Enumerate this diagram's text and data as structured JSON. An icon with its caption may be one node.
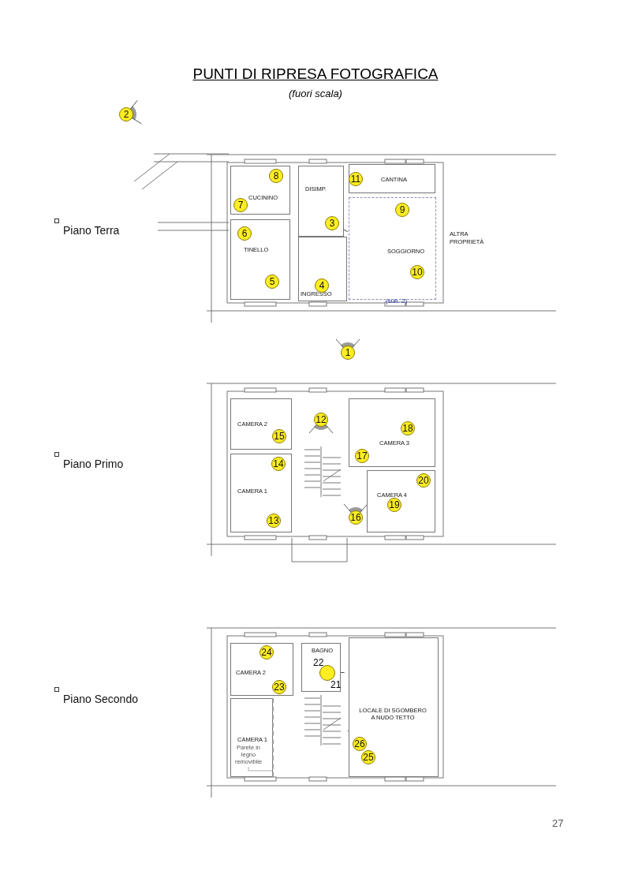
{
  "diagram": {
    "title": "PUNTI DI RIPRESA FOTOGRAFICA",
    "caption": "(fuori scala)",
    "nodes": [
      {
        "text": [
          "2"
        ]
      },
      {
        "text": [
          "CUCININO"
        ]
      },
      {
        "text": [
          "8"
        ],
        "in": 1
      },
      {
        "text": [
          "7"
        ],
        "in": 1
      },
      {
        "text": [
          "DISIMP."
        ]
      },
      {
        "text": [
          "CANTINA"
        ]
      },
      {
        "text": [
          "11"
        ],
        "in": 5
      },
      {
        "text": [
          "TINELLO"
        ]
      },
      {
        "text": [
          "6"
        ],
        "in": 7
      },
      {
        "text": [
          "5"
        ],
        "in": 7
      },
      {
        "text": [
          "SOGGIORNO",
          "(sub. 2)"
        ]
      },
      {
        "text": [
          "9"
        ],
        "in": 10
      },
      {
        "text": [
          "10"
        ],
        "in": 10
      },
      {
        "text": [
          "3"
        ],
        "in": 4
      },
      {
        "text": [
          "INGRESSO"
        ]
      },
      {
        "text": [
          "4"
        ],
        "in": 14
      },
      {
        "text": [
          "1"
        ]
      },
      {
        "text": [
          "CAMERA 2"
        ]
      },
      {
        "text": [
          "15"
        ],
        "in": 17
      },
      {
        "text": [
          "12"
        ]
      },
      {
        "text": [
          "CAMERA 3"
        ]
      },
      {
        "text": [
          "18"
        ],
        "in": 20
      },
      {
        "text": [
          "17"
        ],
        "in": 20
      },
      {
        "text": [
          "CAMERA 1"
        ]
      },
      {
        "text": [
          "14"
        ],
        "in": 23
      },
      {
        "text": [
          "13"
        ],
        "in": 23
      },
      {
        "text": [
          "CAMERA 4"
        ]
      },
      {
        "text": [
          "20"
        ],
        "in": 26
      },
      {
        "text": [
          "19"
        ],
        "in": 26
      },
      {
        "text": [
          "16"
        ]
      },
      {
        "text": [
          "CAMERA 2"
        ]
      },
      {
        "text": [
          "24"
        ],
        "in": 30
      },
      {
        "text": [
          "23"
        ],
        "in": 30
      },
      {
        "text": [
          "BAGNO"
        ]
      },
      {
        "text": [
          "22",
          "21"
        ],
        "in": 33
      },
      {
        "text": [
          "LOCALE DI SGOMBERO A NUDO TETTO"
        ]
      },
      {
        "text": [
          "26"
        ],
        "in": 35
      },
      {
        "text": [
          "25"
        ],
        "in": 35
      },
      {
        "text": [
          "CAMERA 1"
        ]
      },
      {
        "text": [
          "Parete in legno removibile"
        ],
        "in": 38
      },
      {
        "text": [],
        "shape": "bar"
      }
    ],
    "edges": [
      {
        "from": 39,
        "to": 40,
        "arrow": "none"
      }
    ],
    "labels": [
      "Piano Terra",
      "ALTRA PROPRIETÀ",
      "Piano Primo",
      "Piano Secondo",
      "27"
    ]
  }
}
